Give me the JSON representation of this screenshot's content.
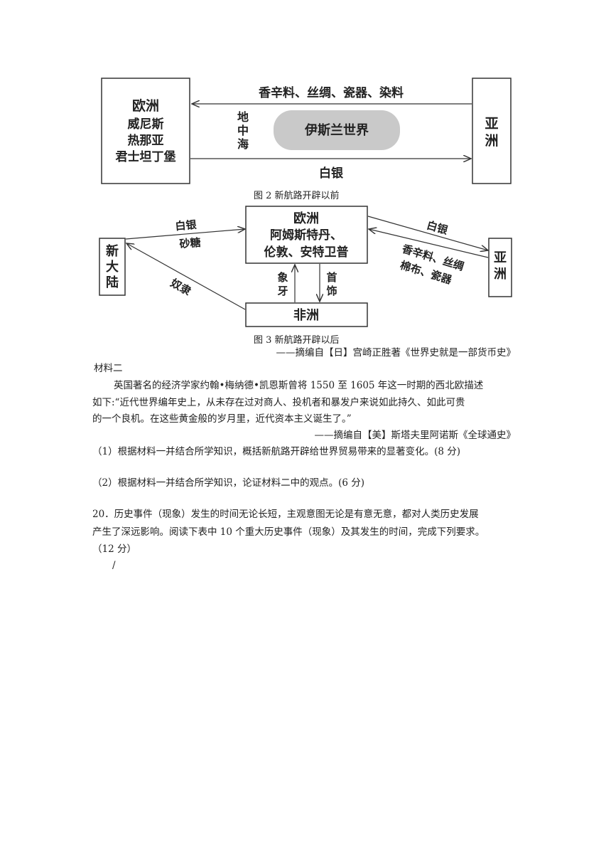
{
  "fig2": {
    "europe_title": "欧洲",
    "europe_cities": [
      "威尼斯",
      "热那亚",
      "君士坦丁堡"
    ],
    "asia": [
      "亚",
      "洲"
    ],
    "top_goods": "香辛料、丝绸、瓷器、染料",
    "sea": [
      "地",
      "中",
      "海"
    ],
    "islam": "伊斯兰世界",
    "bottom_goods": "白银",
    "caption": "图 2 新航路开辟以前"
  },
  "fig3": {
    "europe_title": "欧洲",
    "europe_cities": [
      "阿姆斯特丹、",
      "伦敦、安特卫普"
    ],
    "new_continent": [
      "新",
      "大",
      "陆"
    ],
    "asia": [
      "亚",
      "洲"
    ],
    "africa": "非洲",
    "silver_left": "白银",
    "sugar": "砂糖",
    "slaves": "奴隶",
    "silver_right": "白银",
    "asia_goods": [
      "香辛料、丝绸",
      "棉布、瓷器"
    ],
    "ivory": [
      "象",
      "牙"
    ],
    "jewelry": [
      "首",
      "饰"
    ],
    "caption": "图 3 新航路开辟以后"
  },
  "source1": "——摘编自【日】宫崎正胜著《世界史就是一部货币史》",
  "material2_title": "材料二",
  "material2_lines": [
    "英国著名的经济学家约翰•梅纳德•凯恩斯曾将 1550 至 1605 年这一时期的西北欧描述",
    "如下:“近代世界编年史上，从未存在过对商人、投机者和暴发户来说如此持久、如此可贵",
    "的一个良机。在这些黄金般的岁月里，近代资本主义诞生了。”"
  ],
  "source2": "——摘编自【美】斯塔夫里阿诺斯《全球通史》",
  "q1": "（1）根据材料一并结合所学知识，概括新航路开辟给世界贸易带来的显著变化。(8 分)",
  "q2": "（2）根据材料一并结合所学知识，论证材料二中的观点。(6 分)",
  "q20_lines": [
    "20．历史事件（现象）发生的时间无论长短，主观意图无论是有意无意，都对人类历史发展",
    "产生了深远影响。阅读下表中 10 个重大历史事件（现象）及其发生的时间，完成下列要求。",
    "（12 分）"
  ],
  "slash": "/"
}
